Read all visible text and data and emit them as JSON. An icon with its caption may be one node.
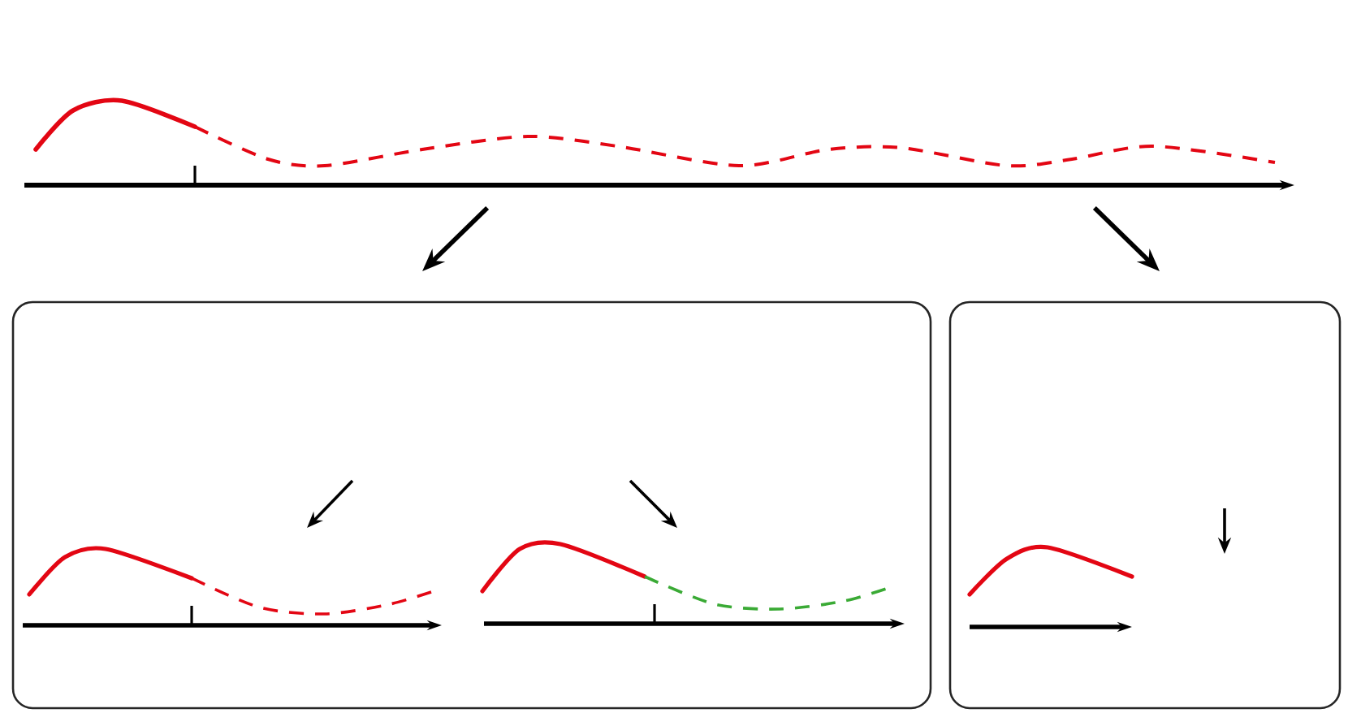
{
  "diagram": {
    "nodes": [
      {
        "text": [],
        "shape": "picture"
      },
      {
        "text": [],
        "shape": "box"
      },
      {
        "text": [],
        "shape": "box"
      }
    ],
    "edges": [
      {
        "from": 0,
        "to": 1,
        "arrow": "to"
      },
      {
        "from": 0,
        "to": 2,
        "arrow": "to"
      }
    ]
  }
}
